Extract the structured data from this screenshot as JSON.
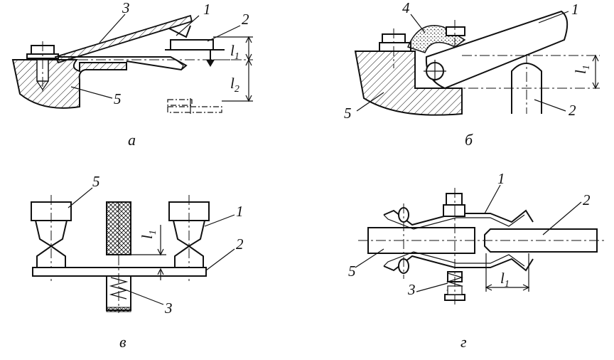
{
  "panels": {
    "a": {
      "caption": "а",
      "labels": {
        "n1": "1",
        "n2": "2",
        "n3": "3",
        "n5": "5"
      },
      "dims": {
        "l1": "l",
        "l1_sub": "1",
        "l2": "l",
        "l2_sub": "2"
      }
    },
    "b": {
      "caption": "б",
      "labels": {
        "n1": "1",
        "n2": "2",
        "n4": "4",
        "n5": "5"
      },
      "dims": {
        "l1": "l",
        "l1_sub": "1"
      }
    },
    "v": {
      "caption": "в",
      "labels": {
        "n1": "1",
        "n2": "2",
        "n3": "3",
        "n5": "5"
      },
      "dims": {
        "l1": "l",
        "l1_sub": "1"
      }
    },
    "g": {
      "caption": "г",
      "labels": {
        "n1": "1",
        "n2": "2",
        "n3": "3",
        "n5": "5"
      },
      "dims": {
        "l1": "l",
        "l1_sub": "1"
      }
    }
  }
}
